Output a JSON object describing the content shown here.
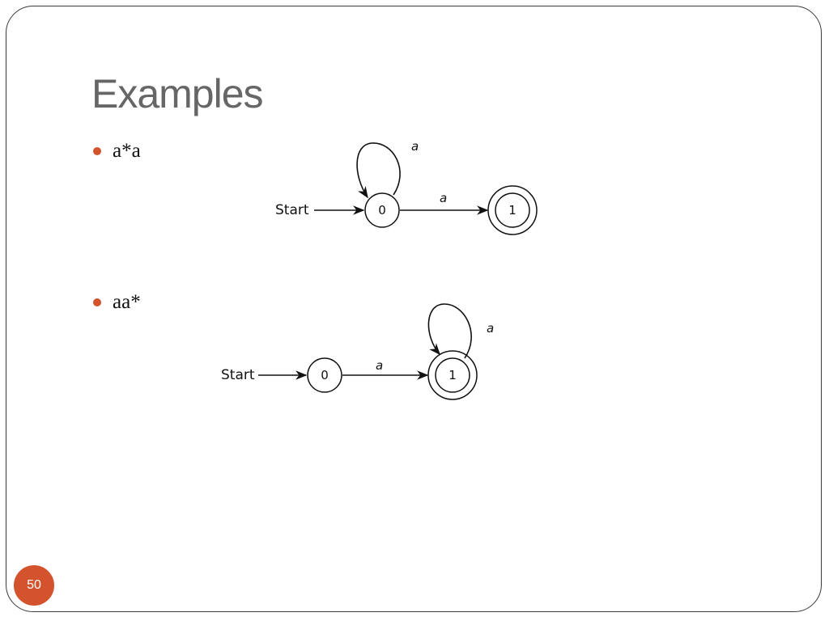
{
  "slide": {
    "title": "Examples",
    "page_number": "50",
    "accent_color": "#d2532c"
  },
  "examples": [
    {
      "expression": "a*a",
      "automaton": {
        "start_label": "Start",
        "states": [
          "0",
          "1"
        ],
        "accepting_state": "1",
        "loop_state": "0",
        "loop_label": "a",
        "transition": {
          "from": "0",
          "to": "1",
          "label": "a"
        }
      }
    },
    {
      "expression": "aa*",
      "automaton": {
        "start_label": "Start",
        "states": [
          "0",
          "1"
        ],
        "accepting_state": "1",
        "loop_state": "1",
        "loop_label": "a",
        "transition": {
          "from": "0",
          "to": "1",
          "label": "a"
        }
      }
    }
  ]
}
